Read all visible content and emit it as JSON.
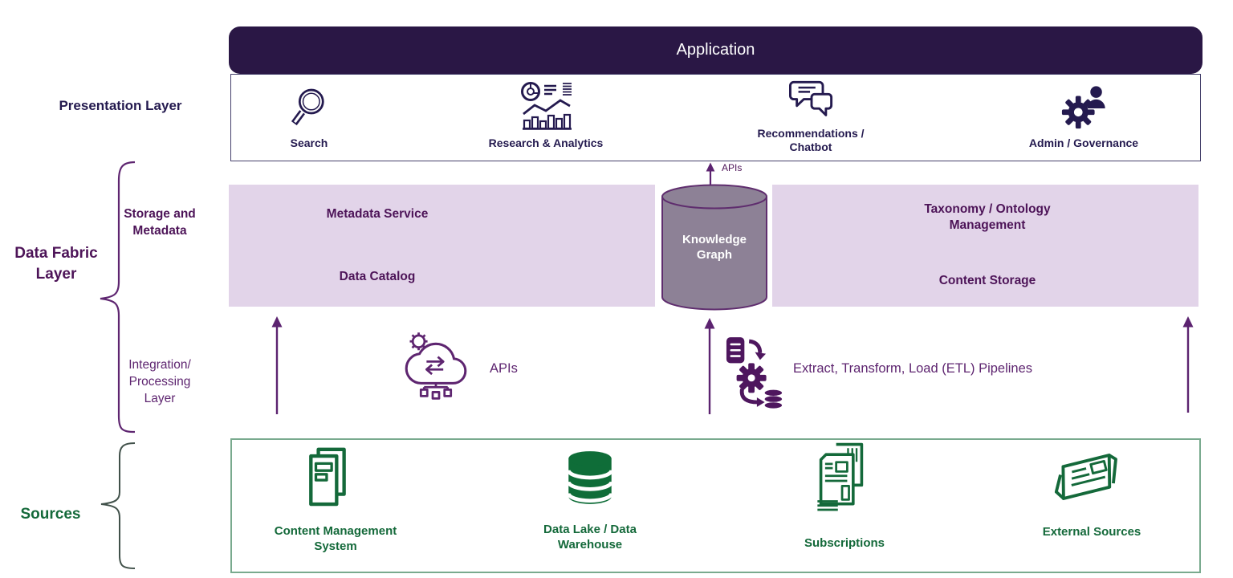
{
  "labels": {
    "presentation_layer": "Presentation Layer",
    "data_fabric_layer": "Data Fabric Layer",
    "storage_and_metadata": "Storage and Metadata",
    "integration_processing": "Integration/ Processing Layer",
    "sources": "Sources"
  },
  "presentation": {
    "application": "Application",
    "items": [
      {
        "label": "Search",
        "icon": "search-icon"
      },
      {
        "label": "Research & Analytics",
        "icon": "research-analytics-icon"
      },
      {
        "label": "Recommendations / Chatbot",
        "icon": "recommendations-chatbot-icon"
      },
      {
        "label": "Admin / Governance",
        "icon": "admin-governance-icon"
      }
    ]
  },
  "storage_band": {
    "metadata_service": "Metadata Service",
    "data_catalog": "Data Catalog",
    "knowledge_graph": "Knowledge Graph",
    "apis_arrow_label": "APIs",
    "taxonomy_ontology": "Taxonomy / Ontology Management",
    "content_storage": "Content Storage"
  },
  "integration": {
    "apis_label": "APIs",
    "etl_label": "Extract, Transform, Load (ETL) Pipelines"
  },
  "sources_section": {
    "items": [
      {
        "label": "Content Management System",
        "icon": "cms-icon"
      },
      {
        "label": "Data Lake / Data Warehouse",
        "icon": "data-lake-icon"
      },
      {
        "label": "Subscriptions",
        "icon": "subscriptions-icon"
      },
      {
        "label": "External Sources",
        "icon": "external-sources-icon"
      }
    ]
  },
  "colors": {
    "app_bar": "#2a1745",
    "presentation_text": "#241a4f",
    "fabric_heading": "#4d1458",
    "integration_text": "#5e2570",
    "band_fill": "#e2d4e9",
    "cylinder_fill": "#8d8196",
    "cylinder_stroke": "#5f2d6e",
    "arrow": "#5c2370",
    "source_text": "#14693a",
    "source_border": "#79aa8e"
  }
}
